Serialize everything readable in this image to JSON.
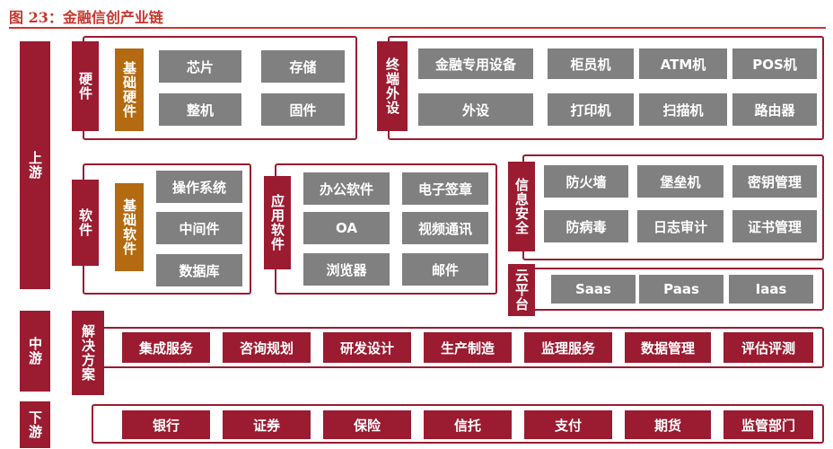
{
  "figure_title": "图 23：金融信创产业链",
  "tiers": {
    "upstream": "上游",
    "midstream": "中游",
    "downstream": "下游"
  },
  "hardware": {
    "label": "硬件",
    "basic_label": "基础硬件",
    "basic_items": [
      "芯片",
      "存储",
      "整机",
      "固件"
    ],
    "terminal_label": "终端外设",
    "terminal_items": [
      "金融专用设备",
      "柜员机",
      "ATM机",
      "POS机",
      "外设",
      "打印机",
      "扫描机",
      "路由器"
    ]
  },
  "software": {
    "label": "软件",
    "basic_label": "基础软件",
    "basic_items": [
      "操作系统",
      "中间件",
      "数据库"
    ],
    "app_label": "应用软件",
    "app_items": [
      "办公软件",
      "电子签章",
      "OA",
      "视频通讯",
      "浏览器",
      "邮件"
    ]
  },
  "infosec": {
    "label": "信息安全",
    "items": [
      "防火墙",
      "堡垒机",
      "密钥管理",
      "防病毒",
      "日志审计",
      "证书管理"
    ]
  },
  "cloud": {
    "label": "云平台",
    "items": [
      "Saas",
      "Paas",
      "Iaas"
    ]
  },
  "solutions": {
    "label": "解决方案",
    "items": [
      "集成服务",
      "咨询规划",
      "研发设计",
      "生产制造",
      "监理服务",
      "数据管理",
      "评估评测"
    ]
  },
  "downstream_items": [
    "银行",
    "证券",
    "保险",
    "信托",
    "支付",
    "期货",
    "监管部门"
  ],
  "colors": {
    "title": "#c8372d",
    "crimson": "#9b1b30",
    "gold": "#b46a10",
    "gray": "#808080"
  }
}
